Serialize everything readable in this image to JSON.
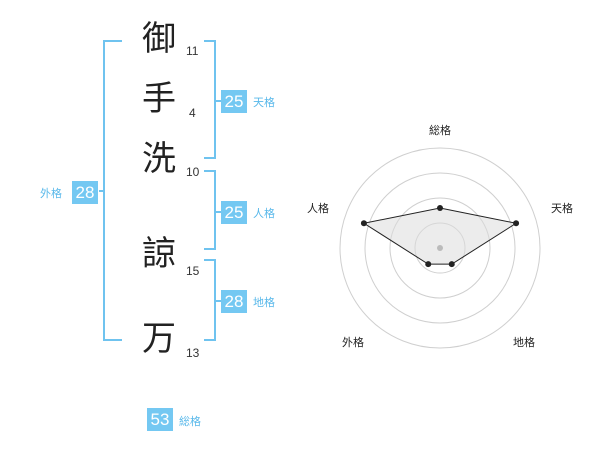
{
  "name": {
    "characters": [
      {
        "char": "御",
        "strokes": "11"
      },
      {
        "char": "手",
        "strokes": "4"
      },
      {
        "char": "洗",
        "strokes": "10"
      },
      {
        "char": "諒",
        "strokes": "15"
      },
      {
        "char": "万",
        "strokes": "13"
      }
    ]
  },
  "fortunes": {
    "tenkaku": {
      "value": "25",
      "label": "天格"
    },
    "jinkaku": {
      "value": "25",
      "label": "人格"
    },
    "chikaku": {
      "value": "28",
      "label": "地格"
    },
    "gaikaku": {
      "value": "28",
      "label": "外格"
    },
    "soukaku": {
      "value": "53",
      "label": "総格"
    }
  },
  "radar": {
    "axes": [
      "総格",
      "天格",
      "地格",
      "外格",
      "人格"
    ],
    "levels": 4,
    "scores": [
      2,
      4,
      1,
      1,
      4
    ],
    "max": 5,
    "colors": {
      "grid": "#cfcfcf",
      "line": "#222222",
      "fill": "#dcdcdc",
      "dot": "#222222",
      "center": "#bbbbbb"
    }
  }
}
